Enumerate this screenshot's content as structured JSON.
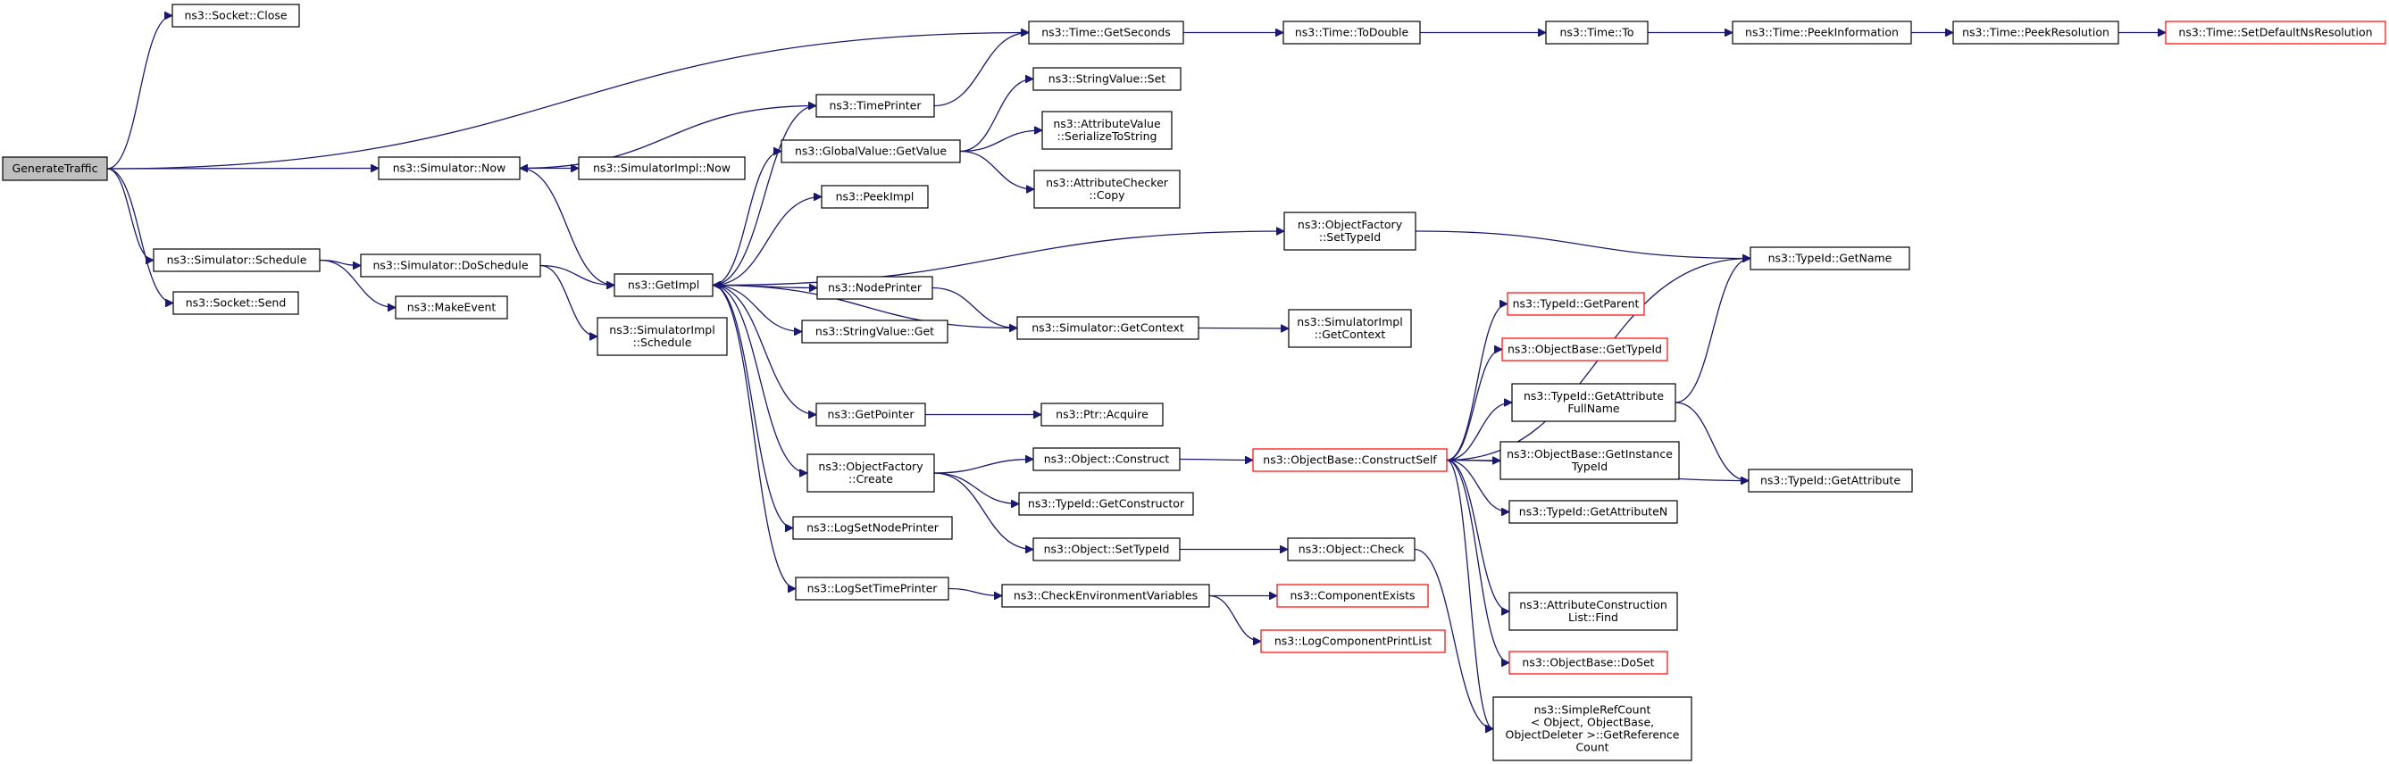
{
  "graph": {
    "type": "call-graph",
    "colors": {
      "edge": "#191970",
      "root_fill": "#bfbfbf",
      "truncated_border": "#ff0000",
      "box_border": "#000000"
    },
    "nodes": [
      {
        "id": "generate_traffic",
        "lines": [
          "GenerateTraffic"
        ],
        "root": true
      },
      {
        "id": "socket_close",
        "lines": [
          "ns3::Socket::Close"
        ]
      },
      {
        "id": "time_getseconds",
        "lines": [
          "ns3::Time::GetSeconds"
        ]
      },
      {
        "id": "time_todouble",
        "lines": [
          "ns3::Time::ToDouble"
        ]
      },
      {
        "id": "time_to",
        "lines": [
          "ns3::Time::To"
        ]
      },
      {
        "id": "time_peekinformation",
        "lines": [
          "ns3::Time::PeekInformation"
        ]
      },
      {
        "id": "time_peekresolution",
        "lines": [
          "ns3::Time::PeekResolution"
        ]
      },
      {
        "id": "time_setdefaultnsresolution",
        "lines": [
          "ns3::Time::SetDefaultNsResolution"
        ],
        "truncated": true
      },
      {
        "id": "stringvalue_set",
        "lines": [
          "ns3::StringValue::Set"
        ]
      },
      {
        "id": "timeprinter",
        "lines": [
          "ns3::TimePrinter"
        ]
      },
      {
        "id": "attributevalue_serialize",
        "lines": [
          "ns3::AttributeValue",
          "::SerializeToString"
        ]
      },
      {
        "id": "simulator_now",
        "lines": [
          "ns3::Simulator::Now"
        ]
      },
      {
        "id": "simulatorimpl_now",
        "lines": [
          "ns3::SimulatorImpl::Now"
        ]
      },
      {
        "id": "globalvalue_getvalue",
        "lines": [
          "ns3::GlobalValue::GetValue"
        ]
      },
      {
        "id": "attributechecker_copy",
        "lines": [
          "ns3::AttributeChecker",
          "::Copy"
        ]
      },
      {
        "id": "peekimpl",
        "lines": [
          "ns3::PeekImpl"
        ]
      },
      {
        "id": "objectfactory_settypeid",
        "lines": [
          "ns3::ObjectFactory",
          "::SetTypeId"
        ]
      },
      {
        "id": "simulator_schedule",
        "lines": [
          "ns3::Simulator::Schedule"
        ]
      },
      {
        "id": "simulator_doschedule",
        "lines": [
          "ns3::Simulator::DoSchedule"
        ]
      },
      {
        "id": "getimpl",
        "lines": [
          "ns3::GetImpl"
        ]
      },
      {
        "id": "nodeprinter",
        "lines": [
          "ns3::NodePrinter"
        ]
      },
      {
        "id": "typeid_getname",
        "lines": [
          "ns3::TypeId::GetName"
        ]
      },
      {
        "id": "socket_send",
        "lines": [
          "ns3::Socket::Send"
        ]
      },
      {
        "id": "makeevent",
        "lines": [
          "ns3::MakeEvent"
        ]
      },
      {
        "id": "typeid_getparent",
        "lines": [
          "ns3::TypeId::GetParent"
        ],
        "truncated": true
      },
      {
        "id": "stringvalue_get",
        "lines": [
          "ns3::StringValue::Get"
        ]
      },
      {
        "id": "simulator_getcontext",
        "lines": [
          "ns3::Simulator::GetContext"
        ]
      },
      {
        "id": "simulatorimpl_getcontext",
        "lines": [
          "ns3::SimulatorImpl",
          "::GetContext"
        ]
      },
      {
        "id": "simulatorimpl_schedule",
        "lines": [
          "ns3::SimulatorImpl",
          "::Schedule"
        ]
      },
      {
        "id": "objectbase_gettypeid",
        "lines": [
          "ns3::ObjectBase::GetTypeId"
        ],
        "truncated": true
      },
      {
        "id": "typeid_getattributefullname",
        "lines": [
          "ns3::TypeId::GetAttribute",
          "FullName"
        ]
      },
      {
        "id": "getpointer",
        "lines": [
          "ns3::GetPointer"
        ]
      },
      {
        "id": "ptr_acquire",
        "lines": [
          "ns3::Ptr::Acquire"
        ]
      },
      {
        "id": "objectfactory_create",
        "lines": [
          "ns3::ObjectFactory",
          "::Create"
        ]
      },
      {
        "id": "object_construct",
        "lines": [
          "ns3::Object::Construct"
        ]
      },
      {
        "id": "objectbase_constructself",
        "lines": [
          "ns3::ObjectBase::ConstructSelf"
        ],
        "truncated": true
      },
      {
        "id": "objectbase_getinstancetypeid",
        "lines": [
          "ns3::ObjectBase::GetInstance",
          "TypeId"
        ]
      },
      {
        "id": "typeid_getattribute",
        "lines": [
          "ns3::TypeId::GetAttribute"
        ]
      },
      {
        "id": "typeid_getconstructor",
        "lines": [
          "ns3::TypeId::GetConstructor"
        ]
      },
      {
        "id": "typeid_getattributen",
        "lines": [
          "ns3::TypeId::GetAttributeN"
        ]
      },
      {
        "id": "logsetnodeprinter",
        "lines": [
          "ns3::LogSetNodePrinter"
        ]
      },
      {
        "id": "object_settypeid",
        "lines": [
          "ns3::Object::SetTypeId"
        ]
      },
      {
        "id": "object_check",
        "lines": [
          "ns3::Object::Check"
        ]
      },
      {
        "id": "logsettimeprinter",
        "lines": [
          "ns3::LogSetTimePrinter"
        ]
      },
      {
        "id": "checkenvironmentvariables",
        "lines": [
          "ns3::CheckEnvironmentVariables"
        ]
      },
      {
        "id": "componentexists",
        "lines": [
          "ns3::ComponentExists"
        ],
        "truncated": true
      },
      {
        "id": "attributeconstructionlist_find",
        "lines": [
          "ns3::AttributeConstruction",
          "List::Find"
        ]
      },
      {
        "id": "logcomponentprintlist",
        "lines": [
          "ns3::LogComponentPrintList"
        ],
        "truncated": true
      },
      {
        "id": "objectbase_doset",
        "lines": [
          "ns3::ObjectBase::DoSet"
        ],
        "truncated": true
      },
      {
        "id": "simplerefcount_getreferencecount",
        "lines": [
          "ns3::SimpleRefCount",
          "< Object, ObjectBase,",
          "ObjectDeleter >::GetReference",
          "Count"
        ]
      }
    ],
    "edges": [
      [
        "generate_traffic",
        "socket_close"
      ],
      [
        "generate_traffic",
        "time_getseconds"
      ],
      [
        "generate_traffic",
        "simulator_now"
      ],
      [
        "generate_traffic",
        "simulator_schedule"
      ],
      [
        "generate_traffic",
        "socket_send"
      ],
      [
        "time_getseconds",
        "time_todouble"
      ],
      [
        "time_todouble",
        "time_to"
      ],
      [
        "time_to",
        "time_peekinformation"
      ],
      [
        "time_peekinformation",
        "time_peekresolution"
      ],
      [
        "time_peekresolution",
        "time_setdefaultnsresolution"
      ],
      [
        "simulator_now",
        "simulatorimpl_now"
      ],
      [
        "simulator_now",
        "getimpl"
      ],
      [
        "simulator_schedule",
        "simulator_doschedule"
      ],
      [
        "simulator_schedule",
        "makeevent"
      ],
      [
        "simulator_doschedule",
        "getimpl"
      ],
      [
        "simulator_doschedule",
        "simulatorimpl_schedule"
      ],
      [
        "getimpl",
        "timeprinter"
      ],
      [
        "getimpl",
        "globalvalue_getvalue"
      ],
      [
        "getimpl",
        "peekimpl"
      ],
      [
        "getimpl",
        "objectfactory_settypeid"
      ],
      [
        "getimpl",
        "nodeprinter"
      ],
      [
        "getimpl",
        "stringvalue_get"
      ],
      [
        "getimpl",
        "getpointer"
      ],
      [
        "getimpl",
        "objectfactory_create"
      ],
      [
        "getimpl",
        "logsetnodeprinter"
      ],
      [
        "getimpl",
        "logsettimeprinter"
      ],
      [
        "timeprinter",
        "simulator_now"
      ],
      [
        "timeprinter",
        "time_getseconds"
      ],
      [
        "globalvalue_getvalue",
        "stringvalue_set"
      ],
      [
        "globalvalue_getvalue",
        "attributevalue_serialize"
      ],
      [
        "globalvalue_getvalue",
        "attributechecker_copy"
      ],
      [
        "objectfactory_settypeid",
        "typeid_getname"
      ],
      [
        "nodeprinter",
        "simulator_getcontext"
      ],
      [
        "simulator_getcontext",
        "getimpl"
      ],
      [
        "simulator_getcontext",
        "simulatorimpl_getcontext"
      ],
      [
        "getpointer",
        "ptr_acquire"
      ],
      [
        "objectfactory_create",
        "object_construct"
      ],
      [
        "objectfactory_create",
        "typeid_getconstructor"
      ],
      [
        "objectfactory_create",
        "object_settypeid"
      ],
      [
        "object_construct",
        "objectbase_constructself"
      ],
      [
        "objectbase_constructself",
        "typeid_getname"
      ],
      [
        "objectbase_constructself",
        "typeid_getparent"
      ],
      [
        "objectbase_constructself",
        "objectbase_gettypeid"
      ],
      [
        "objectbase_constructself",
        "typeid_getattributefullname"
      ],
      [
        "objectbase_constructself",
        "objectbase_getinstancetypeid"
      ],
      [
        "objectbase_constructself",
        "typeid_getattributen"
      ],
      [
        "objectbase_constructself",
        "typeid_getattribute"
      ],
      [
        "objectbase_constructself",
        "attributeconstructionlist_find"
      ],
      [
        "objectbase_constructself",
        "objectbase_doset"
      ],
      [
        "objectbase_constructself",
        "simplerefcount_getreferencecount"
      ],
      [
        "typeid_getattributefullname",
        "typeid_getname"
      ],
      [
        "typeid_getattributefullname",
        "typeid_getattribute"
      ],
      [
        "object_settypeid",
        "object_check"
      ],
      [
        "object_check",
        "simplerefcount_getreferencecount"
      ],
      [
        "logsettimeprinter",
        "checkenvironmentvariables"
      ],
      [
        "checkenvironmentvariables",
        "componentexists"
      ],
      [
        "checkenvironmentvariables",
        "logcomponentprintlist"
      ]
    ]
  }
}
